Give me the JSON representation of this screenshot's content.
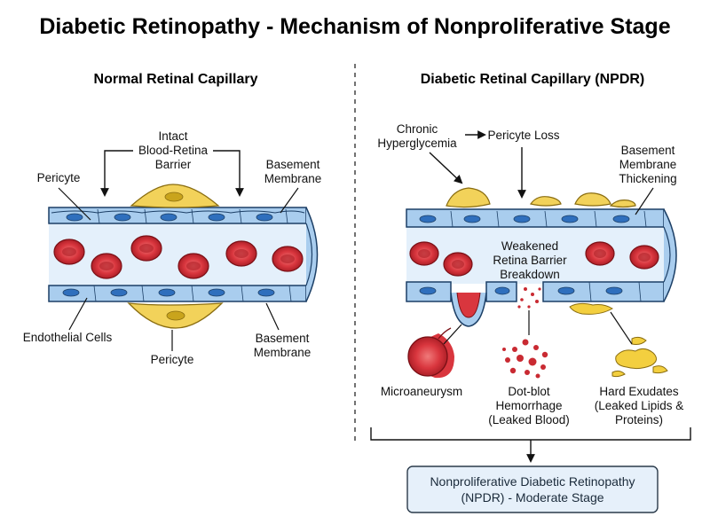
{
  "title": "Diabetic Retinopathy - Mechanism of Nonproliferative Stage",
  "left": {
    "heading": "Normal Retinal Capillary",
    "barrier": [
      "Intact",
      "Blood-Retina",
      "Barrier"
    ],
    "pericyte_top": "Pericyte",
    "basement_top": [
      "Basement",
      "Membrane"
    ],
    "endothelial": "Endothelial Cells",
    "pericyte_bottom": "Pericyte",
    "basement_bottom": [
      "Basement",
      "Membrane"
    ]
  },
  "right": {
    "heading": "Diabetic Retinal Capillary (NPDR)",
    "hyperglycemia": [
      "Chronic",
      "Hyperglycemia"
    ],
    "pericyte_loss": "Pericyte Loss",
    "thickening": [
      "Basement",
      "Membrane",
      "Thickening"
    ],
    "weakened": [
      "Weakened",
      "Retina Barrier",
      "Breakdown"
    ],
    "microaneurysm": "Microaneurysm",
    "dotblot": [
      "Dot-blot",
      "Hemorrhage",
      "(Leaked Blood)"
    ],
    "exudates": [
      "Hard Exudates",
      "(Leaked Lipids &",
      "Proteins)"
    ]
  },
  "result": [
    "Nonproliferative Diabetic Retinopathy",
    "(NPDR) - Moderate Stage"
  ],
  "colors": {
    "vessel_wall": "#a9cdee",
    "endothelial": "#5b9bd8",
    "nucleus": "#2f6fbd",
    "lumen": "#e4f0fb",
    "rbc": "#d9363e",
    "pericyte": "#f2d25a",
    "exudate": "#f3cf3f",
    "result_box": "#e6f0fa"
  }
}
